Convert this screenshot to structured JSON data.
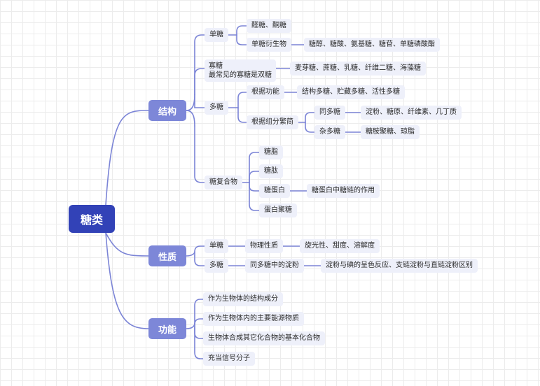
{
  "root": "糖类",
  "structure": {
    "label": "结构",
    "mono": {
      "label": "单糖",
      "aldose_ketose": "醛糖、酮糖",
      "derivatives": {
        "label": "单糖衍生物",
        "examples": "糖醇、糖酸、氨基糖、糖苷、单糖磷酸酯"
      }
    },
    "oligo": {
      "line1": "寡糖",
      "line2": "最常见的寡糖是双糖",
      "examples": "麦芽糖、蔗糖、乳糖、纤维二糖、海藻糖"
    },
    "poly": {
      "label": "多糖",
      "by_function": {
        "label": "根据功能",
        "examples": "结构多糖、贮藏多糖、活性多糖"
      },
      "by_composition": {
        "label": "根据组分繁简",
        "homo": {
          "label": "同多糖",
          "examples": "淀粉、糖原、纤维素、几丁质"
        },
        "hetero": {
          "label": "杂多糖",
          "examples": "糖胺聚糖、琼脂"
        }
      }
    },
    "complex": {
      "label": "糖复合物",
      "glycolipid": "糖脂",
      "glycopeptide": "糖肽",
      "glycoprotein": {
        "label": "糖蛋白",
        "note": "糖蛋白中糖链的作用"
      },
      "proteoglycan": "蛋白聚糖"
    }
  },
  "properties": {
    "label": "性质",
    "mono": {
      "label": "单糖",
      "physical": {
        "label": "物理性质",
        "examples": "旋光性、甜度、溶解度"
      }
    },
    "poly": {
      "label": "多糖",
      "starch": {
        "label": "同多糖中的淀粉",
        "examples": "淀粉与碘的呈色反应、支链淀粉与直链淀粉区别"
      }
    }
  },
  "functions": {
    "label": "功能",
    "items": [
      "作为生物体的结构成分",
      "作为生物体内的主要能源物质",
      "生物体合成其它化合物的基本化合物",
      "充当信号分子"
    ]
  },
  "colors": {
    "root": "#3242b7",
    "branch": "#7d87d8",
    "leaf": "#eef0fa",
    "line": "#7b84d6"
  }
}
